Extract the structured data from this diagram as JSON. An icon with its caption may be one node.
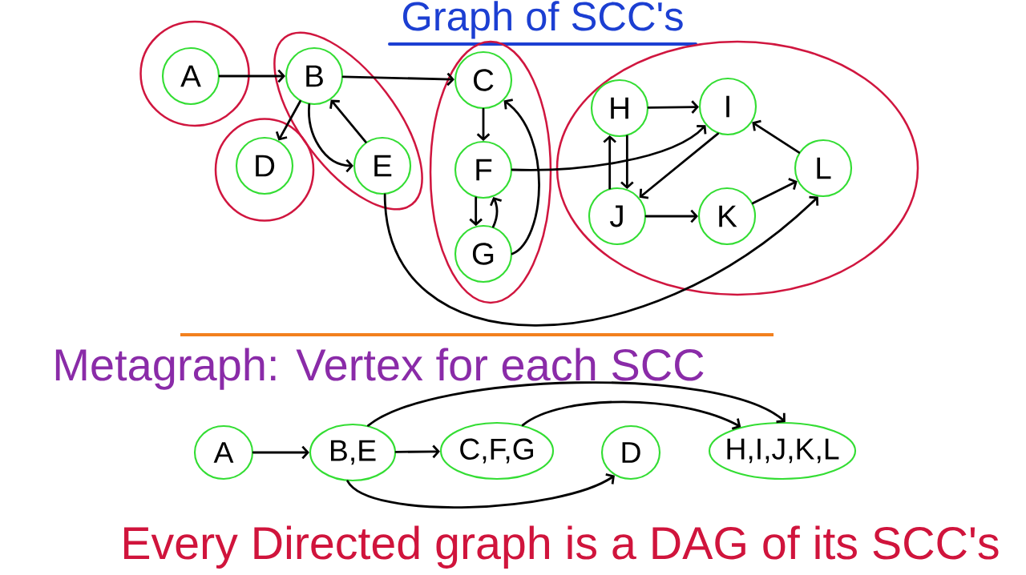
{
  "diagram": {
    "title": "Graph of SCC's",
    "caption": "Every Directed graph is a DAG of its SCC's",
    "nodes": [
      {
        "text": [],
        "shape": "ellipse"
      },
      {
        "text": [
          "A"
        ],
        "in": 0
      },
      {
        "text": [],
        "shape": "ellipse"
      },
      {
        "text": [
          "B"
        ],
        "in": 2
      },
      {
        "text": [
          "E"
        ],
        "in": 2
      },
      {
        "text": [],
        "shape": "ellipse"
      },
      {
        "text": [
          "D"
        ],
        "in": 5
      },
      {
        "text": [],
        "shape": "ellipse"
      },
      {
        "text": [
          "C"
        ],
        "in": 7
      },
      {
        "text": [
          "F"
        ],
        "in": 7
      },
      {
        "text": [
          "G"
        ],
        "in": 7
      },
      {
        "text": [],
        "shape": "ellipse"
      },
      {
        "text": [
          "H"
        ],
        "in": 11
      },
      {
        "text": [
          "I"
        ],
        "in": 11
      },
      {
        "text": [
          "J"
        ],
        "in": 11
      },
      {
        "text": [
          "K"
        ],
        "in": 11
      },
      {
        "text": [
          "L"
        ],
        "in": 11
      },
      {
        "text": [
          "A"
        ]
      },
      {
        "text": [
          "B,E"
        ]
      },
      {
        "text": [
          "C,F,G"
        ]
      },
      {
        "text": [
          "D"
        ]
      },
      {
        "text": [
          "H,I,J,K,L"
        ]
      }
    ],
    "edges": [
      {
        "from": 1,
        "to": 3,
        "arrow": "to"
      },
      {
        "from": 3,
        "to": 8,
        "arrow": "to"
      },
      {
        "from": 3,
        "to": 6,
        "arrow": "to"
      },
      {
        "from": 3,
        "to": 4,
        "arrow": "to"
      },
      {
        "from": 4,
        "to": 3,
        "arrow": "to"
      },
      {
        "from": 8,
        "to": 9,
        "arrow": "to"
      },
      {
        "from": 9,
        "to": 10,
        "arrow": "to"
      },
      {
        "from": 10,
        "to": 9,
        "arrow": "to"
      },
      {
        "from": 10,
        "to": 8,
        "arrow": "to"
      },
      {
        "from": 9,
        "to": 13,
        "arrow": "to"
      },
      {
        "from": 12,
        "to": 13,
        "arrow": "to"
      },
      {
        "from": 12,
        "to": 14,
        "arrow": "to"
      },
      {
        "from": 14,
        "to": 12,
        "arrow": "to"
      },
      {
        "from": 13,
        "to": 14,
        "arrow": "to"
      },
      {
        "from": 14,
        "to": 15,
        "arrow": "to"
      },
      {
        "from": 15,
        "to": 16,
        "arrow": "to"
      },
      {
        "from": 16,
        "to": 13,
        "arrow": "to"
      },
      {
        "from": 4,
        "to": 16,
        "arrow": "to"
      },
      {
        "from": 17,
        "to": 18,
        "arrow": "to"
      },
      {
        "from": 18,
        "to": 19,
        "arrow": "to"
      },
      {
        "from": 18,
        "to": 21,
        "arrow": "to"
      },
      {
        "from": 19,
        "to": 21,
        "arrow": "to"
      },
      {
        "from": 18,
        "to": 20,
        "arrow": "to"
      }
    ],
    "labels": [
      "Metagraph: Vertex for each SCC"
    ]
  }
}
